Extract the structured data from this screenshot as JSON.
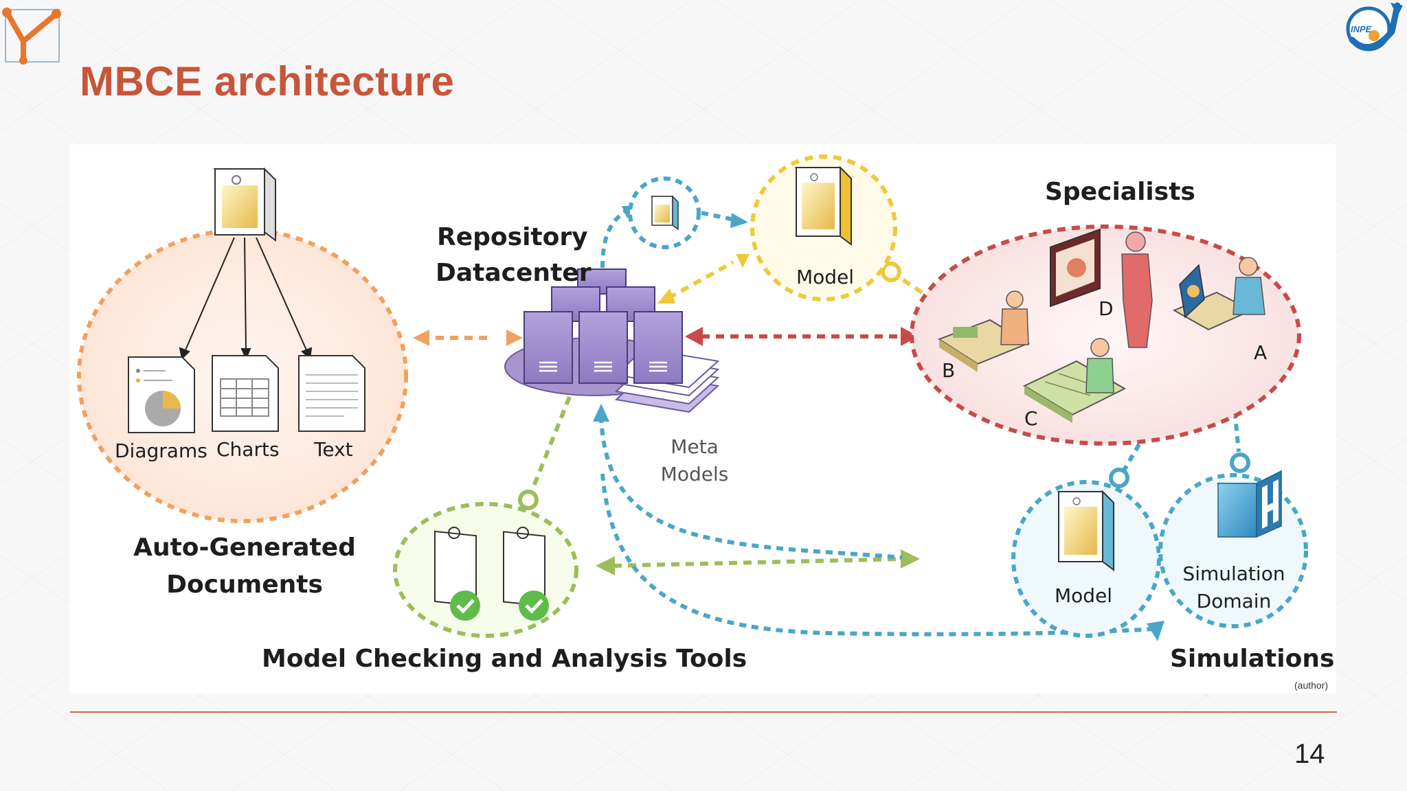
{
  "slide": {
    "title": "MBCE architecture",
    "page_number": "14",
    "credit": "(author)"
  },
  "logos": {
    "left": {
      "icon": "y-junction-logo-icon",
      "color": "#e8772e"
    },
    "right": {
      "icon": "inpe-logo-icon",
      "text": "INPE",
      "color": "#1f6fb5"
    }
  },
  "diagram": {
    "auto_generated_documents": {
      "label_line1": "Auto-Generated",
      "label_line2": "Documents",
      "items": [
        "Diagrams",
        "Charts",
        "Text"
      ],
      "color": "#f0a160"
    },
    "repository": {
      "label_line1": "Repository",
      "label_line2": "Datacenter",
      "meta_models_line1": "Meta",
      "meta_models_line2": "Models",
      "color": "#9d8ac7"
    },
    "model_top": {
      "label": "Model",
      "color": "#f0c93a"
    },
    "specialists": {
      "label": "Specialists",
      "roles": [
        "A",
        "B",
        "C",
        "D"
      ],
      "color": "#c84a4a"
    },
    "model_checking": {
      "label": "Model Checking and Analysis Tools",
      "color": "#9dbd5a"
    },
    "simulations": {
      "label": "Simulations",
      "model_label": "Model",
      "domain_line1": "Simulation",
      "domain_line2": "Domain",
      "color": "#4aa6c6"
    }
  }
}
